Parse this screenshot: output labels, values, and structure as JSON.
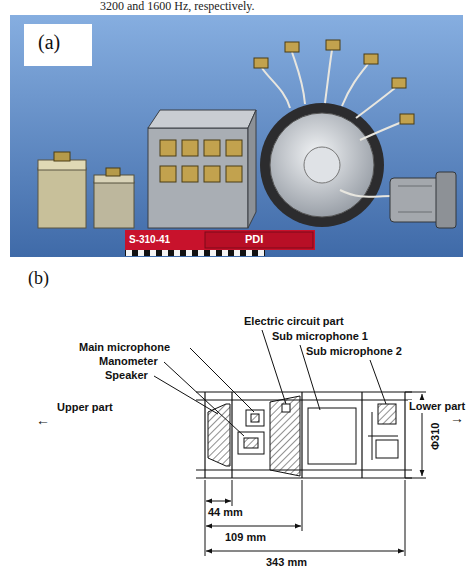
{
  "diagram": {
    "labels": [
      "3200 and 1600 Hz, respectively.",
      "(a)",
      "S-310-41",
      "PDI",
      "(b)",
      "Main microphone",
      "Manometer",
      "Speaker",
      "Electric circuit part",
      "Sub microphone 1",
      "Sub microphone 2",
      "Upper part",
      "←",
      "Lower part",
      "→",
      "Φ310",
      "44 mm",
      "109 mm",
      "343 mm"
    ]
  }
}
